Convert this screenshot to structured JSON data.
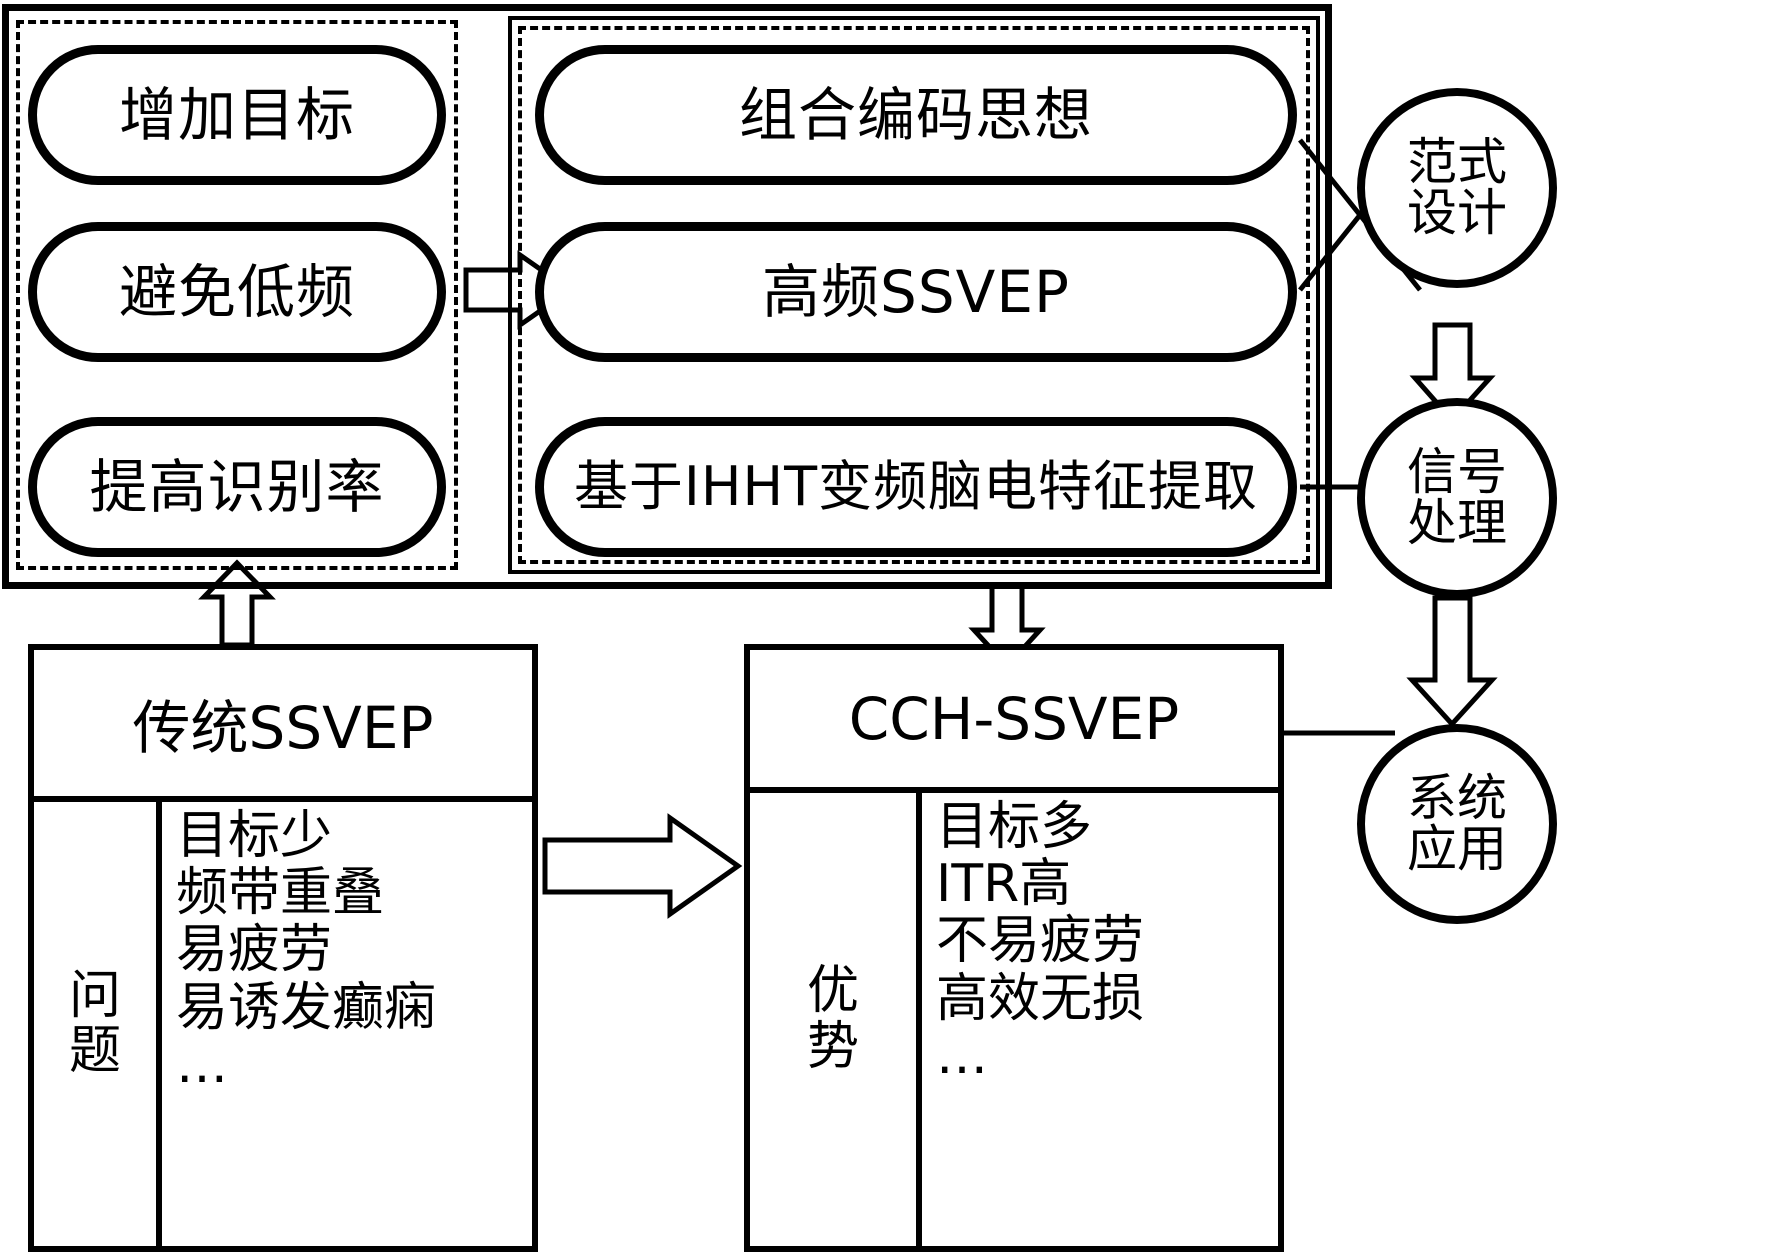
{
  "diagram": {
    "title": "CCH-SSVEP Research Framework",
    "colors": {
      "stroke": "#000000",
      "fill": "#ffffff"
    }
  },
  "goals_panel": {
    "name": "goals",
    "items": [
      {
        "label": "增加目标"
      },
      {
        "label": "避免低频"
      },
      {
        "label": "提高识别率"
      }
    ]
  },
  "methods_panel": {
    "name": "methods",
    "items": [
      {
        "label": "组合编码思想"
      },
      {
        "label": "高频SSVEP"
      },
      {
        "label": "基于IHHT变频脑电特征提取"
      }
    ]
  },
  "stages": [
    {
      "id": "paradigm",
      "lines": [
        "范式",
        "设计"
      ]
    },
    {
      "id": "signal",
      "lines": [
        "信号",
        "处理"
      ]
    },
    {
      "id": "system",
      "lines": [
        "系统",
        "应用"
      ]
    }
  ],
  "traditional_table": {
    "header": "传统SSVEP",
    "label_lines": [
      "问",
      "题"
    ],
    "items": [
      "目标少",
      "频带重叠",
      "易疲劳",
      "易诱发癫痫",
      "…"
    ]
  },
  "cch_table": {
    "header": "CCH-SSVEP",
    "label_lines": [
      "优",
      "势"
    ],
    "items": [
      "目标多",
      "ITR高",
      "不易疲劳",
      "高效无损",
      "…"
    ]
  },
  "connectors": {
    "goals_to_methods": "block-arrow-right",
    "traditional_to_cch": "block-arrow-right",
    "traditional_up_to_frame": "block-arrow-up",
    "frame_down_to_cch": "block-arrow-down",
    "paradigm_to_signal": "block-arrow-down",
    "signal_to_system": "block-arrow-down",
    "methods_to_paradigm": "line",
    "methods_to_signal": "line",
    "cch_to_system": "line"
  }
}
